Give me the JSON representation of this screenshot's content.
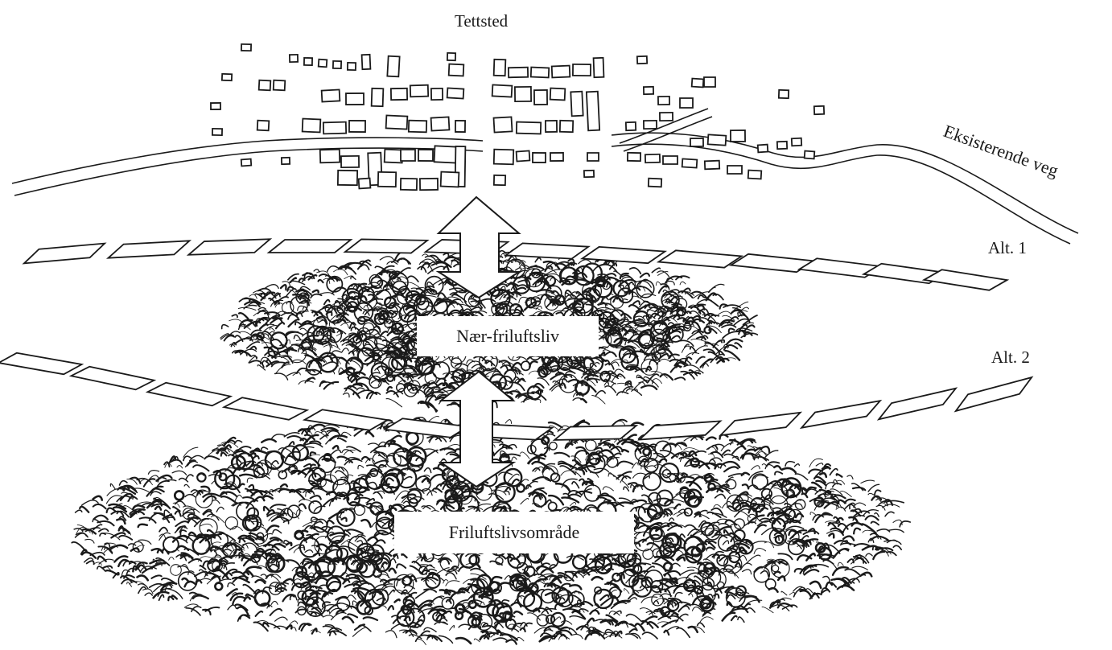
{
  "labels": {
    "settlement": "Tettsted",
    "existing_road": "Eksisterende veg",
    "alt1": "Alt. 1",
    "alt2": "Alt. 2",
    "near_recreation": "Nær-friluftsliv",
    "recreation_area": "Friluftslivsområde"
  },
  "colors": {
    "ink": "#1a1a1a",
    "paper": "#ffffff",
    "arrow_fill": "#ffffff"
  }
}
